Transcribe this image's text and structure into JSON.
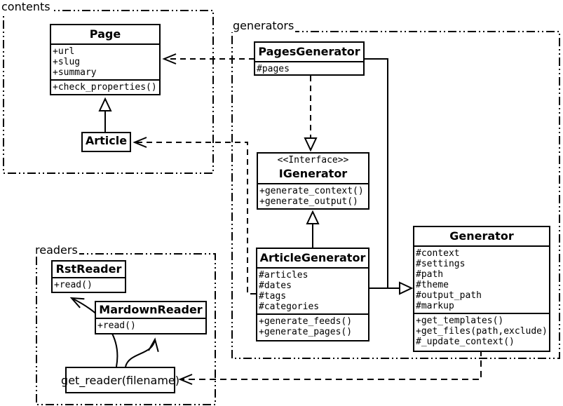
{
  "colors": {
    "line": "#000000",
    "background": "#ffffff",
    "box_fill": "#ffffff"
  },
  "packages": {
    "contents": {
      "label": "contents"
    },
    "generators": {
      "label": "generators"
    },
    "readers": {
      "label": "readers"
    }
  },
  "classes": {
    "page": {
      "name": "Page",
      "attributes": [
        "+url",
        "+slug",
        "+summary"
      ],
      "methods": [
        "+check_properties()"
      ]
    },
    "article": {
      "name": "Article",
      "attributes": [],
      "methods": []
    },
    "pages_generator": {
      "name": "PagesGenerator",
      "attributes": [
        "#pages"
      ],
      "methods": []
    },
    "igenerator": {
      "stereotype": "<<Interface>>",
      "name": "IGenerator",
      "attributes": [],
      "methods": [
        "+generate_context()",
        "+generate_output()"
      ]
    },
    "article_generator": {
      "name": "ArticleGenerator",
      "attributes": [
        "#articles",
        "#dates",
        "#tags",
        "#categories"
      ],
      "methods": [
        "+generate_feeds()",
        "+generate_pages()"
      ]
    },
    "generator": {
      "name": "Generator",
      "attributes": [
        "#context",
        "#settings",
        "#path",
        "#theme",
        "#output_path",
        "#markup"
      ],
      "methods": [
        "+get_templates()",
        "+get_files(path,exclude)",
        "#_update_context()"
      ]
    },
    "rst_reader": {
      "name": "RstReader",
      "attributes": [],
      "methods": [
        "+read()"
      ]
    },
    "mardown_reader": {
      "name": "MardownReader",
      "attributes": [],
      "methods": [
        "+read()"
      ]
    }
  },
  "misc_boxes": {
    "get_reader": {
      "label": "get_reader(filename)"
    }
  },
  "relationships": [
    {
      "from": "Article",
      "to": "Page",
      "type": "generalization",
      "line": "solid",
      "head": "hollow-triangle"
    },
    {
      "from": "PagesGenerator",
      "to": "Page",
      "type": "dependency",
      "line": "dashed",
      "head": "open-arrow"
    },
    {
      "from": "ArticleGenerator",
      "to": "Article",
      "type": "dependency",
      "line": "dashed",
      "head": "open-arrow"
    },
    {
      "from": "PagesGenerator",
      "to": "IGenerator",
      "type": "realization",
      "line": "dashed",
      "head": "hollow-triangle"
    },
    {
      "from": "ArticleGenerator",
      "to": "IGenerator",
      "type": "realization",
      "line": "solid",
      "head": "hollow-triangle"
    },
    {
      "from": "PagesGenerator",
      "to": "Generator",
      "type": "generalization",
      "line": "solid",
      "head": "hollow-triangle"
    },
    {
      "from": "ArticleGenerator",
      "to": "Generator",
      "type": "generalization",
      "line": "solid",
      "head": "hollow-triangle"
    },
    {
      "from": "Generator",
      "to": "get_reader(filename)",
      "type": "dependency",
      "line": "dashed",
      "head": "open-arrow"
    },
    {
      "from": "get_reader(filename)",
      "to": "RstReader",
      "type": "flow",
      "line": "curved",
      "head": "open-arrow"
    },
    {
      "from": "get_reader(filename)",
      "to": "MardownReader",
      "type": "flow",
      "line": "curved",
      "head": "open-arrow"
    }
  ]
}
